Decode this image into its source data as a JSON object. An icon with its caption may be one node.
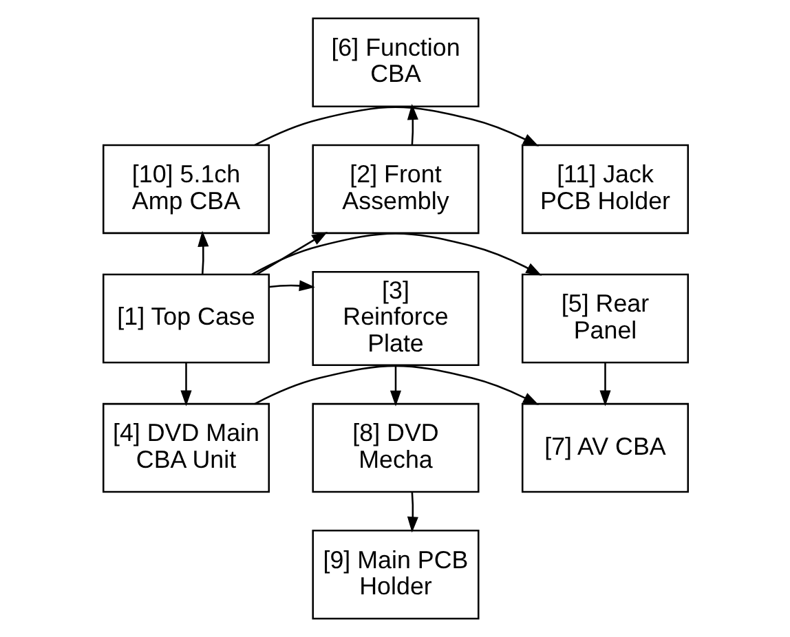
{
  "diagram": {
    "nodes": [
      {
        "text": [
          "[6] Function CBA"
        ]
      },
      {
        "text": [
          "[2] Front Assembly"
        ]
      },
      {
        "text": [
          "[10] 5.1ch Amp CBA"
        ]
      },
      {
        "text": [
          "[11] Jack PCB Holder"
        ]
      },
      {
        "text": [
          "[3] Reinforce Plate"
        ]
      },
      {
        "text": [
          "[1] Top Case"
        ]
      },
      {
        "text": [
          "[5] Rear Panel"
        ]
      },
      {
        "text": [
          "[8] DVD Mecha"
        ]
      },
      {
        "text": [
          "[4] DVD Main CBA Unit"
        ]
      },
      {
        "text": [
          "[7] AV CBA"
        ]
      },
      {
        "text": [
          "[9] Main PCB Holder"
        ]
      }
    ],
    "edges": [
      {
        "from": 1,
        "to": 0,
        "arrow": "to"
      },
      {
        "from": 5,
        "to": 1,
        "arrow": "to"
      },
      {
        "from": 5,
        "to": 2,
        "arrow": "to"
      },
      {
        "from": 2,
        "to": 3,
        "arrow": "to"
      },
      {
        "from": 5,
        "to": 4,
        "arrow": "to"
      },
      {
        "from": 5,
        "to": 6,
        "arrow": "to"
      },
      {
        "from": 5,
        "to": 8,
        "arrow": "to"
      },
      {
        "from": 4,
        "to": 7,
        "arrow": "to"
      },
      {
        "from": 6,
        "to": 9,
        "arrow": "to"
      },
      {
        "from": 8,
        "to": 9,
        "arrow": "to"
      },
      {
        "from": 7,
        "to": 10,
        "arrow": "to"
      }
    ]
  }
}
